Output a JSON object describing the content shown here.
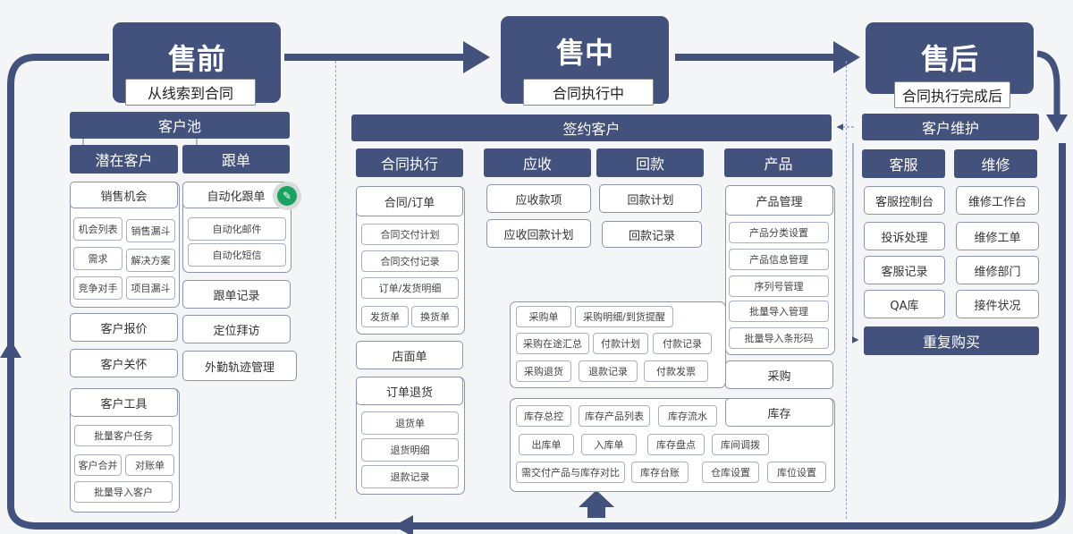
{
  "presale": {
    "title": "售前",
    "subtitle": "从线索到合同",
    "pool": "客户池",
    "potential": "潜在客户",
    "followup": "跟单",
    "sales_opportunity": "销售机会",
    "opportunity_items": [
      "机会列表",
      "销售漏斗",
      "需求",
      "解决方案",
      "竞争对手",
      "项目漏斗"
    ],
    "auto_followup": "自动化跟单",
    "auto_items": [
      "自动化邮件",
      "自动化短信"
    ],
    "followup_items": [
      "跟单记录",
      "定位拜访",
      "外勤轨迹管理"
    ],
    "quote": "客户报价",
    "care": "客户关怀",
    "tools": "客户工具",
    "tools_items": [
      "批量客户任务",
      "客户合并",
      "对账单",
      "批量导入客户"
    ]
  },
  "insale": {
    "title": "售中",
    "subtitle": "合同执行中",
    "signed": "签约客户",
    "contract_exec": "合同执行",
    "receivable": "应收",
    "payment_back": "回款",
    "product": "产品",
    "contract_order": "合同/订单",
    "contract_items": [
      "合同交付计划",
      "合同交付记录",
      "订单/发货明细",
      "发货单",
      "换货单"
    ],
    "store_order": "店面单",
    "order_return": "订单退货",
    "return_items": [
      "退货单",
      "退货明细",
      "退款记录"
    ],
    "receivable_items": [
      "应收款项",
      "应收回款计划"
    ],
    "payment_items": [
      "回款计划",
      "回款记录"
    ],
    "product_mgmt": "产品管理",
    "product_items": [
      "产品分类设置",
      "产品信息管理",
      "序列号管理",
      "批量导入管理",
      "批量导入条形码"
    ],
    "purchase": "采购",
    "purchase_items": [
      "采购单",
      "采购明细/到货提醒",
      "采购在途汇总",
      "付款计划",
      "付款记录",
      "采购退货",
      "退款记录",
      "付款发票"
    ],
    "inventory": "库存",
    "inventory_items": [
      "库存总控",
      "库存产品列表",
      "库存流水",
      "出库单",
      "入库单",
      "库存盘点",
      "库间调拨",
      "需交付产品与库存对比",
      "库存台账",
      "仓库设置",
      "库位设置"
    ]
  },
  "aftersale": {
    "title": "售后",
    "subtitle": "合同执行完成后",
    "maintain": "客户维护",
    "service": "客服",
    "repair": "维修",
    "service_items": [
      "客服控制台",
      "投诉处理",
      "客服记录",
      "QA库"
    ],
    "repair_items": [
      "维修工作台",
      "维修工单",
      "维修部门",
      "接件状况"
    ],
    "repurchase": "重复购买"
  },
  "colors": {
    "primary": "#43517d",
    "border": "#8d94ad",
    "badge": "#1aa260"
  }
}
